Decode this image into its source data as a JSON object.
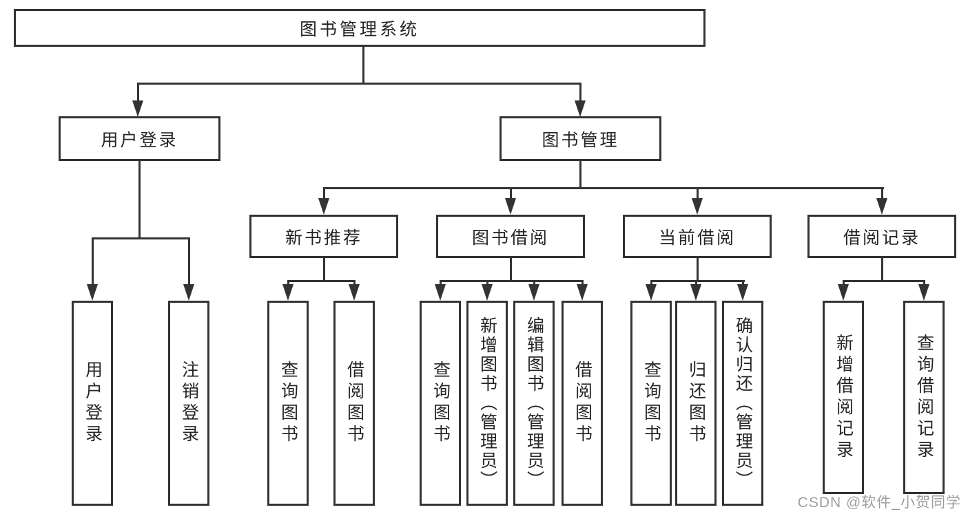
{
  "diagram": {
    "root": {
      "label": "图书管理系统"
    },
    "level2": {
      "user_login": {
        "label": "用户登录"
      },
      "book_mgmt": {
        "label": "图书管理"
      }
    },
    "level3": {
      "new_books": {
        "label": "新书推荐"
      },
      "book_borrow": {
        "label": "图书借阅"
      },
      "current_borrow": {
        "label": "当前借阅"
      },
      "borrow_records": {
        "label": "借阅记录"
      }
    },
    "leaves": {
      "user_login": [
        "用户登录",
        "注销登录"
      ],
      "new_books": [
        "查询图书",
        "借阅图书"
      ],
      "book_borrow": [
        "查询图书",
        "新增图书（管理员）",
        "编辑图书（管理员）",
        "借阅图书"
      ],
      "current_borrow": [
        "查询图书",
        "归还图书",
        "确认归还（管理员）"
      ],
      "borrow_records": [
        "新增借阅记录",
        "查询借阅记录"
      ]
    }
  },
  "watermark": {
    "text": "CSDN @软件_小贺同学"
  },
  "colors": {
    "line": "#333333",
    "text": "#262626",
    "watermark": "#9b9fa3",
    "background": "#ffffff"
  }
}
